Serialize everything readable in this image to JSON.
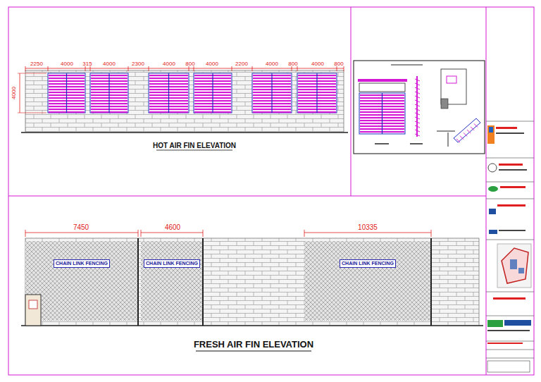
{
  "diagram": {
    "nodes": [
      {
        "text": [
          "CHAIN LINK FENCING"
        ]
      },
      {
        "text": [
          "CHAIN LINK FENCING"
        ]
      },
      {
        "text": [
          "CHAIN LINK FENCING"
        ]
      }
    ],
    "labels": [
      "2250",
      "4000",
      "315",
      "4000",
      "2300",
      "4000",
      "800",
      "4000",
      "2200",
      "4000",
      "800",
      "4000",
      "800",
      "4000",
      "HOT AIR FIN ELEVATION",
      "7450",
      "4600",
      "10335",
      "FRESH AIR FIN ELEVATION"
    ]
  }
}
